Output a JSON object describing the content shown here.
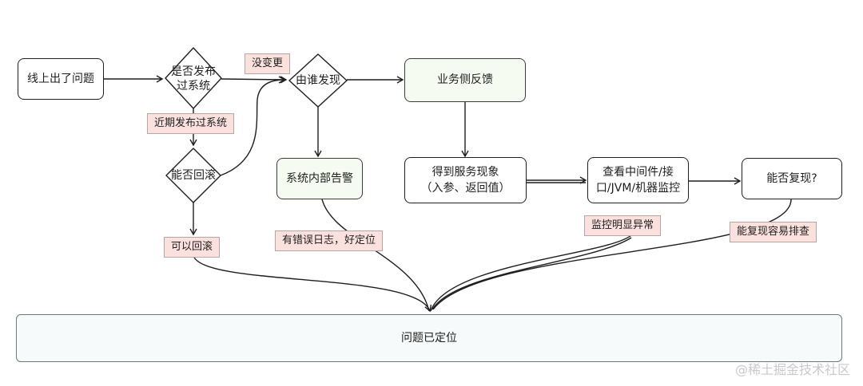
{
  "nodes": {
    "online_issue": "线上出了问题",
    "released_q_1": "是否发布",
    "released_q_2": "过系统",
    "who_found": "由谁发现",
    "business_feedback": "业务侧反馈",
    "can_rollback": "能否回滚",
    "system_alert": "系统内部告警",
    "get_symptom_1": "得到服务现象",
    "get_symptom_2": "（入参、返回值）",
    "check_monitor_1": "查看中间件/接",
    "check_monitor_2": "口/JVM/机器监控",
    "reproducible_q": "能否复现?",
    "located": "问题已定位"
  },
  "tags": {
    "no_change": "没变更",
    "recent_release": "近期发布过系统",
    "can_rollback": "可以回滚",
    "error_log": "有错误日志，好定位",
    "monitor_anomaly": "监控明显异常",
    "easy_reproduce": "能复现容易排查"
  },
  "watermark": "@稀土掘金技术社区",
  "colors": {
    "stroke": "#1e1e1e",
    "green_box": "#f6fbf2",
    "tag_fill": "#fbe1de",
    "big_box": "#f7fafb"
  }
}
